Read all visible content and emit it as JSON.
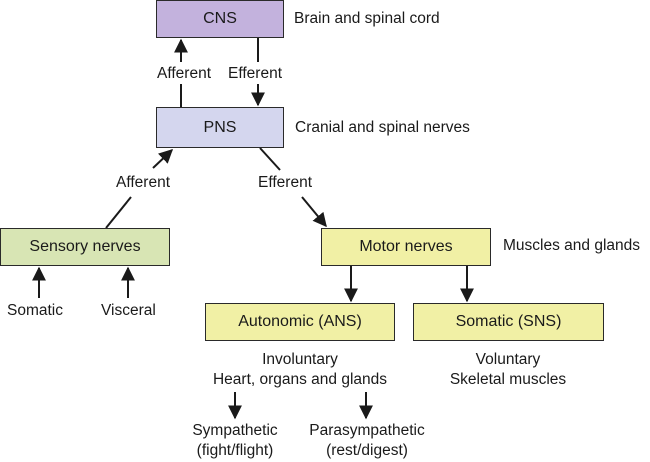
{
  "colors": {
    "cns": "#c3b2dd",
    "pns": "#d4d6ee",
    "sensory": "#d8e5b4",
    "motor": "#f1f0a5",
    "line": "#1a1a1a"
  },
  "nodes": {
    "cns": {
      "label": "CNS",
      "description": "Brain and spinal cord"
    },
    "pns": {
      "label": "PNS",
      "description": "Cranial and spinal nerves"
    },
    "sensory": {
      "label": "Sensory nerves",
      "inputs": [
        "Somatic",
        "Visceral"
      ]
    },
    "motor": {
      "label": "Motor nerves",
      "description": "Muscles and glands"
    },
    "ans": {
      "label": "Autonomic (ANS)",
      "lines": [
        "Involuntary",
        "Heart, organs and glands"
      ],
      "branches": [
        {
          "name": "Sympathetic",
          "detail": "(fight/flight)"
        },
        {
          "name": "Parasympathetic",
          "detail": "(rest/digest)"
        }
      ]
    },
    "sns": {
      "label": "Somatic (SNS)",
      "lines": [
        "Voluntary",
        "Skeletal muscles"
      ]
    }
  },
  "edges": {
    "cns_pns_afferent": "Afferent",
    "cns_pns_efferent": "Efferent",
    "pns_sensory": "Afferent",
    "pns_motor": "Efferent"
  }
}
